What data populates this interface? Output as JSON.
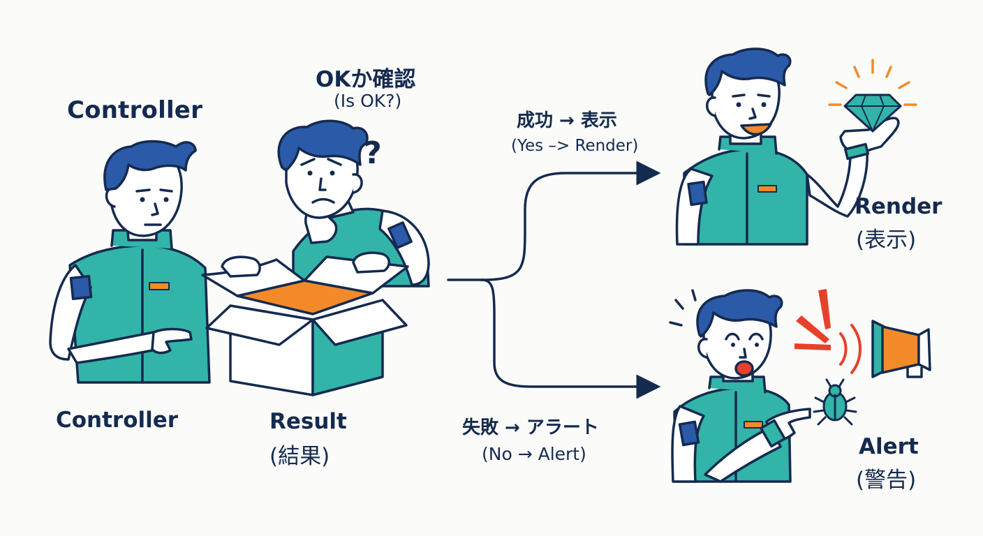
{
  "labels": {
    "controller_heading": "Controller",
    "controller_caption": "Controller",
    "result_title": "Result",
    "result_jp": "(結果)",
    "check_title": "OKか確認",
    "check_sub": "(Is OK?)",
    "question_mark": "?",
    "success_title": "成功 → 表示",
    "success_sub": "(Yes –> Render)",
    "render_title": "Render",
    "render_jp": "(表示)",
    "failure_title": "失敗 → アラート",
    "failure_sub": "(No → Alert)",
    "alert_title": "Alert",
    "alert_jp": "(警告)"
  },
  "colors": {
    "navy": "#142a4f",
    "hair": "#2a5aa8",
    "teal": "#32b4a8",
    "orange": "#f28a2a",
    "red": "#e8402a",
    "skin": "#ffffff",
    "background": "#fbfbf9"
  },
  "icons": [
    "diamond-icon",
    "megaphone-icon",
    "bug-icon",
    "cardboard-box"
  ]
}
